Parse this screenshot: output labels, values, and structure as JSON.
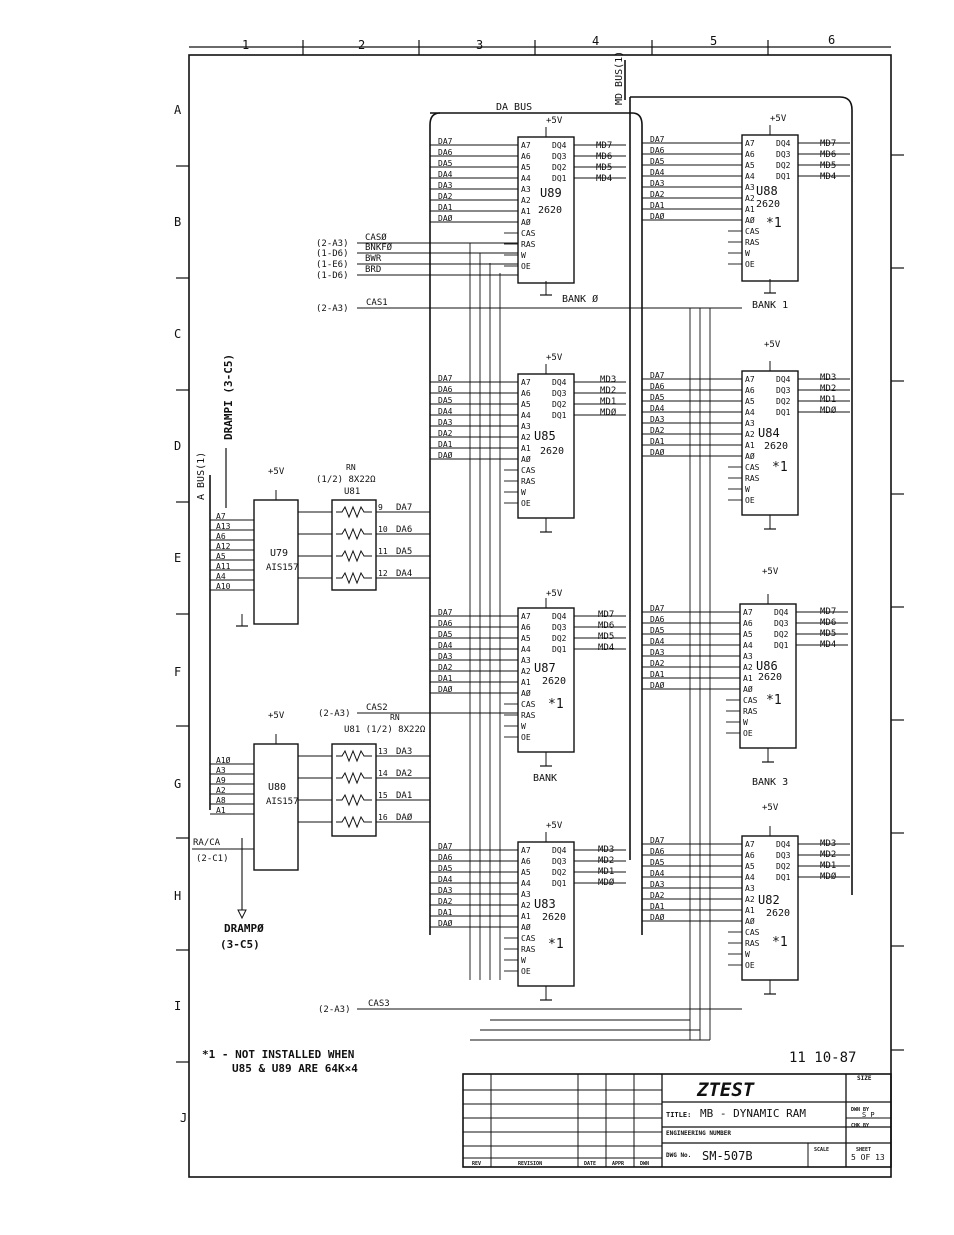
{
  "grid": {
    "cols": [
      "1",
      "2",
      "3",
      "4",
      "5",
      "6"
    ],
    "rows": [
      "A",
      "B",
      "C",
      "D",
      "E",
      "F",
      "G",
      "H",
      "I",
      "J"
    ]
  },
  "buses": {
    "da_bus": "DA BUS",
    "md_bus": "MD BUS(1)",
    "a_bus": "A BUS(1)"
  },
  "addr_da": [
    "DA7",
    "DA6",
    "DA5",
    "DA4",
    "DA3",
    "DA2",
    "DA1",
    "DAØ"
  ],
  "chips": [
    {
      "id": "u89",
      "ref": "U89",
      "part": "2620",
      "power": "+5V",
      "data": [
        "MD7",
        "MD6",
        "MD5",
        "MD4"
      ],
      "star": ""
    },
    {
      "id": "u88",
      "ref": "U88",
      "part": "2620",
      "power": "+5V",
      "data": [
        "MD7",
        "MD6",
        "MD5",
        "MD4"
      ],
      "star": "*1"
    },
    {
      "id": "u85",
      "ref": "U85",
      "part": "2620",
      "power": "+5V",
      "data": [
        "MD3",
        "MD2",
        "MD1",
        "MDØ"
      ],
      "star": ""
    },
    {
      "id": "u84",
      "ref": "U84",
      "part": "2620",
      "power": "+5V",
      "data": [
        "MD3",
        "MD2",
        "MD1",
        "MDØ"
      ],
      "star": "*1"
    },
    {
      "id": "u87",
      "ref": "U87",
      "part": "2620",
      "power": "+5V",
      "data": [
        "MD7",
        "MD6",
        "MD5",
        "MD4"
      ],
      "star": "*1"
    },
    {
      "id": "u86",
      "ref": "U86",
      "part": "2620",
      "power": "+5V",
      "data": [
        "MD7",
        "MD6",
        "MD5",
        "MD4"
      ],
      "star": "*1"
    },
    {
      "id": "u83",
      "ref": "U83",
      "part": "2620",
      "power": "+5V",
      "data": [
        "MD3",
        "MD2",
        "MD1",
        "MDØ"
      ],
      "star": "*1"
    },
    {
      "id": "u82",
      "ref": "U82",
      "part": "2620",
      "power": "+5V",
      "data": [
        "MD3",
        "MD2",
        "MD1",
        "MDØ"
      ],
      "star": "*1"
    }
  ],
  "bank_labels": [
    "BANK Ø",
    "BANK 1",
    "BANK",
    "BANK 3"
  ],
  "control_inputs": [
    {
      "ref": "(2-A3)",
      "net": "CASØ"
    },
    {
      "ref": "(1-D6)",
      "net": "BNKFØ"
    },
    {
      "ref": "(1-E6)",
      "net": "BWR"
    },
    {
      "ref": "(1-D6)",
      "net": "BRD"
    }
  ],
  "cas_inputs": [
    {
      "ref": "(2-A3)",
      "net": "CAS1"
    },
    {
      "ref": "(2-A3)",
      "net": "CAS2"
    },
    {
      "ref": "(2-A3)",
      "net": "CAS3"
    }
  ],
  "mux": [
    {
      "ref": "U79",
      "part": "AIS157",
      "power": "+5V",
      "inputs": [
        "A7",
        "A13",
        "A6",
        "A12",
        "A5",
        "A11",
        "A4",
        "A10"
      ]
    },
    {
      "ref": "U80",
      "part": "AIS157",
      "power": "+5V",
      "inputs": [
        "A1Ø",
        "A3",
        "A9",
        "A2",
        "A8",
        "A1"
      ]
    }
  ],
  "resnets": [
    {
      "label": "RN",
      "ref": "(1/2) 8X22Ω",
      "chip": "U81",
      "outs": [
        "DA7",
        "DA6",
        "DA5",
        "DA4"
      ],
      "pins": [
        "9",
        "10",
        "11",
        "12"
      ]
    },
    {
      "label": "RN",
      "ref": "U81 (1/2) 8X22Ω",
      "chip": "",
      "outs": [
        "DA3",
        "DA2",
        "DA1",
        "DAØ"
      ],
      "pins": [
        "13",
        "14",
        "15",
        "16"
      ]
    }
  ],
  "dram_signals": {
    "drampi": "DRAMPI (3-C5)",
    "drampo": "DRAMPØ",
    "drampo_ref": "(3-C5)",
    "ra_ca": "RA/CA",
    "ra_ca_ref": "(2-C1)"
  },
  "note": {
    "line1": "*1 - NOT INSTALLED WHEN",
    "line2": "U85 & U89 ARE 64K×4"
  },
  "date": "11 10-87",
  "titleblock": {
    "company": "ZTEST",
    "title_label": "TITLE:",
    "title": "MB - DYNAMIC RAM",
    "eng_label": "ENGINEERING NUMBER",
    "dwg_label": "DWG No.",
    "dwg": "SM-507B",
    "size_label": "SIZE",
    "drawn_label": "DWN BY",
    "drawn": "S P",
    "chk_label": "CHK BY",
    "scale_label": "SCALE",
    "sheet_label": "SHEET",
    "sheet": "5 OF 13",
    "rev_cols": [
      "REV",
      "REVISION",
      "DATE",
      "APPR",
      "DWN"
    ]
  }
}
